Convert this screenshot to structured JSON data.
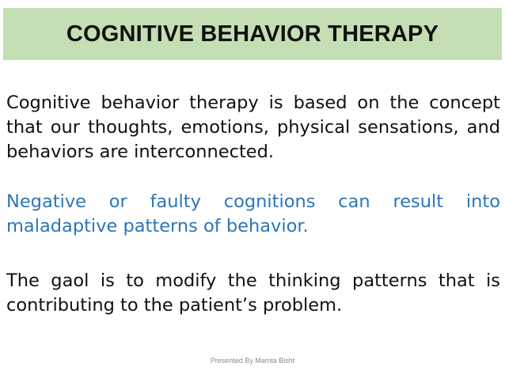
{
  "slide": {
    "title": "COGNITIVE BEHAVIOR THERAPY",
    "paragraphs": [
      "Cognitive behavior therapy is based on the concept that our thoughts, emotions, physical sensations, and behaviors are interconnected.",
      "Negative or faulty cognitions can result into maladaptive patterns of behavior.",
      "The gaol is to modify the thinking patterns that is contributing to the patient’s problem."
    ],
    "footer": "Presented By Mamta Bisht"
  },
  "colors": {
    "title_bar": "#c4dfb3",
    "body_text": "#111111",
    "accent_text": "#2e75b6",
    "footer_text": "#8c8c8c"
  }
}
